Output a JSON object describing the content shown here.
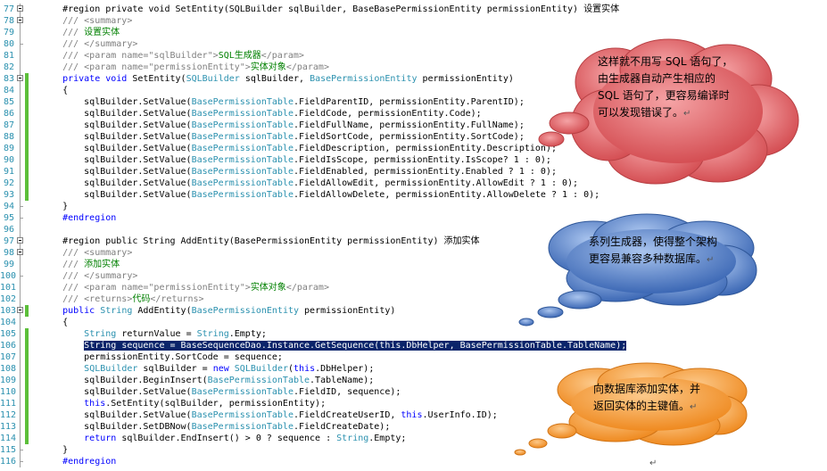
{
  "editor": {
    "lines": [
      {
        "n": "77",
        "segs": [
          [
            "pl",
            "    #region private void SetEntity(SQLBuilder sqlBuilder, BaseBasePermissionEntity permissionEntity) "
          ],
          [
            "cjk",
            "设置实体"
          ]
        ]
      },
      {
        "n": "78",
        "segs": [
          [
            "xt",
            "    /// <summary>"
          ]
        ]
      },
      {
        "n": "79",
        "segs": [
          [
            "xt",
            "    /// "
          ],
          [
            "cm",
            "设置实体"
          ]
        ]
      },
      {
        "n": "80",
        "segs": [
          [
            "xt",
            "    /// </summary>"
          ]
        ]
      },
      {
        "n": "81",
        "segs": [
          [
            "xt",
            "    /// <param name=\"sqlBuilder\">"
          ],
          [
            "cm",
            "SQL生成器"
          ],
          [
            "xt",
            "</param>"
          ]
        ]
      },
      {
        "n": "82",
        "segs": [
          [
            "xt",
            "    /// <param name=\"permissionEntity\">"
          ],
          [
            "cm",
            "实体对象"
          ],
          [
            "xt",
            "</param>"
          ]
        ]
      },
      {
        "n": "83",
        "segs": [
          [
            "kw",
            "    private void "
          ],
          [
            "pl",
            "SetEntity("
          ],
          [
            "ty",
            "SQLBuilder"
          ],
          [
            "pl",
            " sqlBuilder, "
          ],
          [
            "ty",
            "BasePermissionEntity"
          ],
          [
            "pl",
            " permissionEntity)"
          ]
        ]
      },
      {
        "n": "84",
        "segs": [
          [
            "pl",
            "    {"
          ]
        ]
      },
      {
        "n": "85",
        "segs": [
          [
            "pl",
            "        sqlBuilder.SetValue("
          ],
          [
            "ty",
            "BasePermissionTable"
          ],
          [
            "pl",
            ".FieldParentID, permissionEntity.ParentID);"
          ]
        ]
      },
      {
        "n": "86",
        "segs": [
          [
            "pl",
            "        sqlBuilder.SetValue("
          ],
          [
            "ty",
            "BasePermissionTable"
          ],
          [
            "pl",
            ".FieldCode, permissionEntity.Code);"
          ]
        ]
      },
      {
        "n": "87",
        "segs": [
          [
            "pl",
            "        sqlBuilder.SetValue("
          ],
          [
            "ty",
            "BasePermissionTable"
          ],
          [
            "pl",
            ".FieldFullName, permissionEntity.FullName);"
          ]
        ]
      },
      {
        "n": "88",
        "segs": [
          [
            "pl",
            "        sqlBuilder.SetValue("
          ],
          [
            "ty",
            "BasePermissionTable"
          ],
          [
            "pl",
            ".FieldSortCode, permissionEntity.SortCode);"
          ]
        ]
      },
      {
        "n": "89",
        "segs": [
          [
            "pl",
            "        sqlBuilder.SetValue("
          ],
          [
            "ty",
            "BasePermissionTable"
          ],
          [
            "pl",
            ".FieldDescription, permissionEntity.Description);"
          ]
        ]
      },
      {
        "n": "90",
        "segs": [
          [
            "pl",
            "        sqlBuilder.SetValue("
          ],
          [
            "ty",
            "BasePermissionTable"
          ],
          [
            "pl",
            ".FieldIsScope, permissionEntity.IsScope? 1 : 0);"
          ]
        ]
      },
      {
        "n": "91",
        "segs": [
          [
            "pl",
            "        sqlBuilder.SetValue("
          ],
          [
            "ty",
            "BasePermissionTable"
          ],
          [
            "pl",
            ".FieldEnabled, permissionEntity.Enabled ? 1 : 0);"
          ]
        ]
      },
      {
        "n": "92",
        "segs": [
          [
            "pl",
            "        sqlBuilder.SetValue("
          ],
          [
            "ty",
            "BasePermissionTable"
          ],
          [
            "pl",
            ".FieldAllowEdit, permissionEntity.AllowEdit ? 1 : 0);"
          ]
        ]
      },
      {
        "n": "93",
        "segs": [
          [
            "pl",
            "        sqlBuilder.SetValue("
          ],
          [
            "ty",
            "BasePermissionTable"
          ],
          [
            "pl",
            ".FieldAllowDelete, permissionEntity.AllowDelete ? 1 : 0);"
          ]
        ]
      },
      {
        "n": "94",
        "segs": [
          [
            "pl",
            "    }"
          ]
        ]
      },
      {
        "n": "95",
        "segs": [
          [
            "kw",
            "    #endregion"
          ]
        ]
      },
      {
        "n": "96",
        "segs": [
          [
            "pl",
            ""
          ]
        ]
      },
      {
        "n": "97",
        "segs": [
          [
            "pl",
            "    #region public String AddEntity(BasePermissionEntity permissionEntity) "
          ],
          [
            "cjk",
            "添加实体"
          ]
        ]
      },
      {
        "n": "98",
        "segs": [
          [
            "xt",
            "    /// <summary>"
          ]
        ]
      },
      {
        "n": "99",
        "segs": [
          [
            "xt",
            "    /// "
          ],
          [
            "cm",
            "添加实体"
          ]
        ]
      },
      {
        "n": "100",
        "segs": [
          [
            "xt",
            "    /// </summary>"
          ]
        ]
      },
      {
        "n": "101",
        "segs": [
          [
            "xt",
            "    /// <param name=\"permissionEntity\">"
          ],
          [
            "cm",
            "实体对象"
          ],
          [
            "xt",
            "</param>"
          ]
        ]
      },
      {
        "n": "102",
        "segs": [
          [
            "xt",
            "    /// <returns>"
          ],
          [
            "cm",
            "代码"
          ],
          [
            "xt",
            "</returns>"
          ]
        ]
      },
      {
        "n": "103",
        "segs": [
          [
            "kw",
            "    public "
          ],
          [
            "ty",
            "String"
          ],
          [
            "pl",
            " AddEntity("
          ],
          [
            "ty",
            "BasePermissionEntity"
          ],
          [
            "pl",
            " permissionEntity)"
          ]
        ]
      },
      {
        "n": "104",
        "segs": [
          [
            "pl",
            "    {"
          ]
        ]
      },
      {
        "n": "105",
        "segs": [
          [
            "pl",
            "        "
          ],
          [
            "ty",
            "String"
          ],
          [
            "pl",
            " returnValue = "
          ],
          [
            "ty",
            "String"
          ],
          [
            "pl",
            ".Empty;"
          ]
        ]
      },
      {
        "n": "106",
        "segs": [
          [
            "pl",
            "        "
          ],
          [
            "hl",
            "String sequence = BaseSequenceDao.Instance.GetSequence(this.DbHelper, BasePermissionTable.TableName);"
          ]
        ]
      },
      {
        "n": "107",
        "segs": [
          [
            "pl",
            "        permissionEntity.SortCode = sequence;"
          ]
        ]
      },
      {
        "n": "108",
        "segs": [
          [
            "pl",
            "        "
          ],
          [
            "ty",
            "SQLBuilder"
          ],
          [
            "pl",
            " sqlBuilder = "
          ],
          [
            "kw",
            "new "
          ],
          [
            "ty",
            "SQLBuilder"
          ],
          [
            "pl",
            "("
          ],
          [
            "kw",
            "this"
          ],
          [
            "pl",
            ".DbHelper);"
          ]
        ]
      },
      {
        "n": "109",
        "segs": [
          [
            "pl",
            "        sqlBuilder.BeginInsert("
          ],
          [
            "ty",
            "BasePermissionTable"
          ],
          [
            "pl",
            ".TableName);"
          ]
        ]
      },
      {
        "n": "110",
        "segs": [
          [
            "pl",
            "        sqlBuilder.SetValue("
          ],
          [
            "ty",
            "BasePermissionTable"
          ],
          [
            "pl",
            ".FieldID, sequence);"
          ]
        ]
      },
      {
        "n": "111",
        "segs": [
          [
            "kw",
            "        this"
          ],
          [
            "pl",
            ".SetEntity(sqlBuilder, permissionEntity);"
          ]
        ]
      },
      {
        "n": "112",
        "segs": [
          [
            "pl",
            "        sqlBuilder.SetValue("
          ],
          [
            "ty",
            "BasePermissionTable"
          ],
          [
            "pl",
            ".FieldCreateUserID, "
          ],
          [
            "kw",
            "this"
          ],
          [
            "pl",
            ".UserInfo.ID);"
          ]
        ]
      },
      {
        "n": "113",
        "segs": [
          [
            "pl",
            "        sqlBuilder.SetDBNow("
          ],
          [
            "ty",
            "BasePermissionTable"
          ],
          [
            "pl",
            ".FieldCreateDate);"
          ]
        ]
      },
      {
        "n": "114",
        "segs": [
          [
            "kw",
            "        return "
          ],
          [
            "pl",
            "sqlBuilder.EndInsert() > 0 ? sequence : "
          ],
          [
            "ty",
            "String"
          ],
          [
            "pl",
            ".Empty;"
          ]
        ]
      },
      {
        "n": "115",
        "segs": [
          [
            "pl",
            "    }"
          ]
        ]
      },
      {
        "n": "116",
        "segs": [
          [
            "kw",
            "    #endregion"
          ]
        ]
      }
    ]
  },
  "callouts": {
    "red": {
      "lines": [
        "这样就不用写 SQL 语句了，",
        "由生成器自动产生相应的",
        "SQL 语句了，更容易编译时",
        "可以发现错误了。"
      ],
      "ret": "↵",
      "color": "#e05a5f"
    },
    "blue": {
      "lines": [
        "系列生成器，使得整个架构",
        "更容易兼容多种数据库。"
      ],
      "ret": "↵",
      "color": "#4a7bc4"
    },
    "orange": {
      "lines": [
        "向数据库添加实体，并",
        "返回实体的主键值。"
      ],
      "ret": "↵",
      "color": "#f59a2e"
    }
  },
  "page": {
    "ret_mark": "↵"
  }
}
